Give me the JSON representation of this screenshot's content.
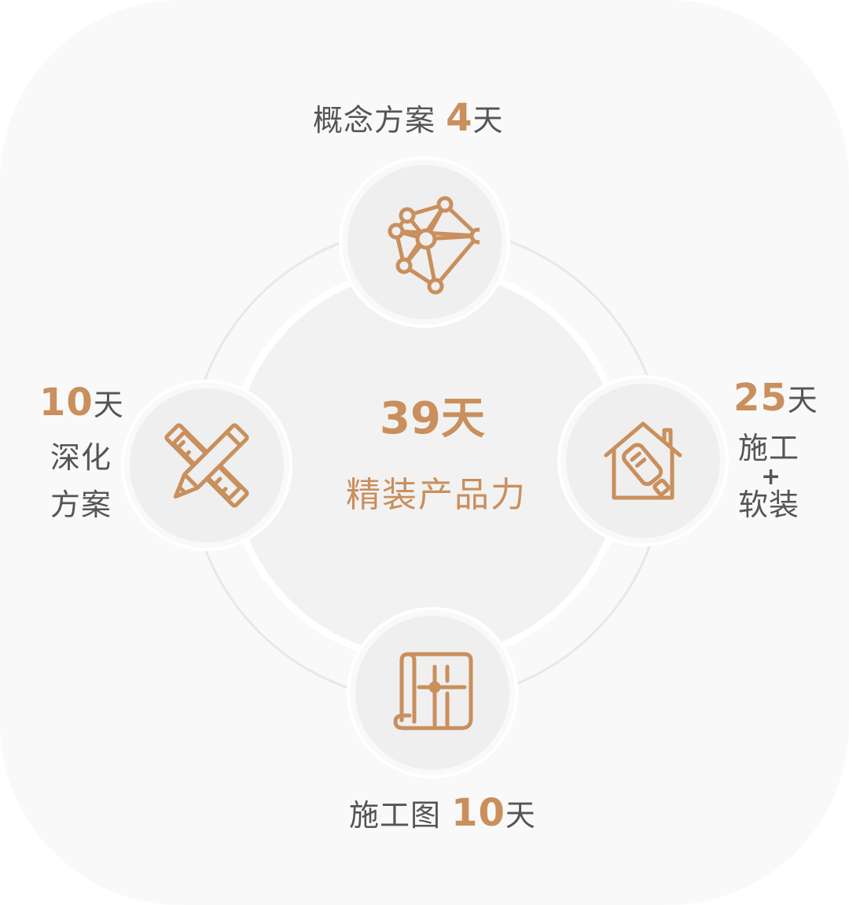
{
  "center": {
    "days_num": "39",
    "days_unit": "天",
    "subtitle": "精装产品力"
  },
  "stages": {
    "concept": {
      "name": "概念方案",
      "num": "4",
      "unit": "天",
      "icon": "network-polyhedron-icon"
    },
    "deepening": {
      "num": "10",
      "unit": "天",
      "line1": "深化",
      "line2": "方案",
      "icon": "pencil-ruler-icon"
    },
    "construction": {
      "num": "25",
      "unit": "天",
      "line1": "施工",
      "plus": "+",
      "line2": "软装",
      "icon": "house-paint-roller-icon"
    },
    "drawings": {
      "name": "施工图",
      "num": "10",
      "unit": "天",
      "icon": "blueprint-scroll-icon"
    }
  },
  "colors": {
    "accent": "#c98f5c",
    "text": "#555555",
    "card_bg": "#f9f9f9",
    "node_bg": "#efefef",
    "ring": "#e6e6e6"
  }
}
